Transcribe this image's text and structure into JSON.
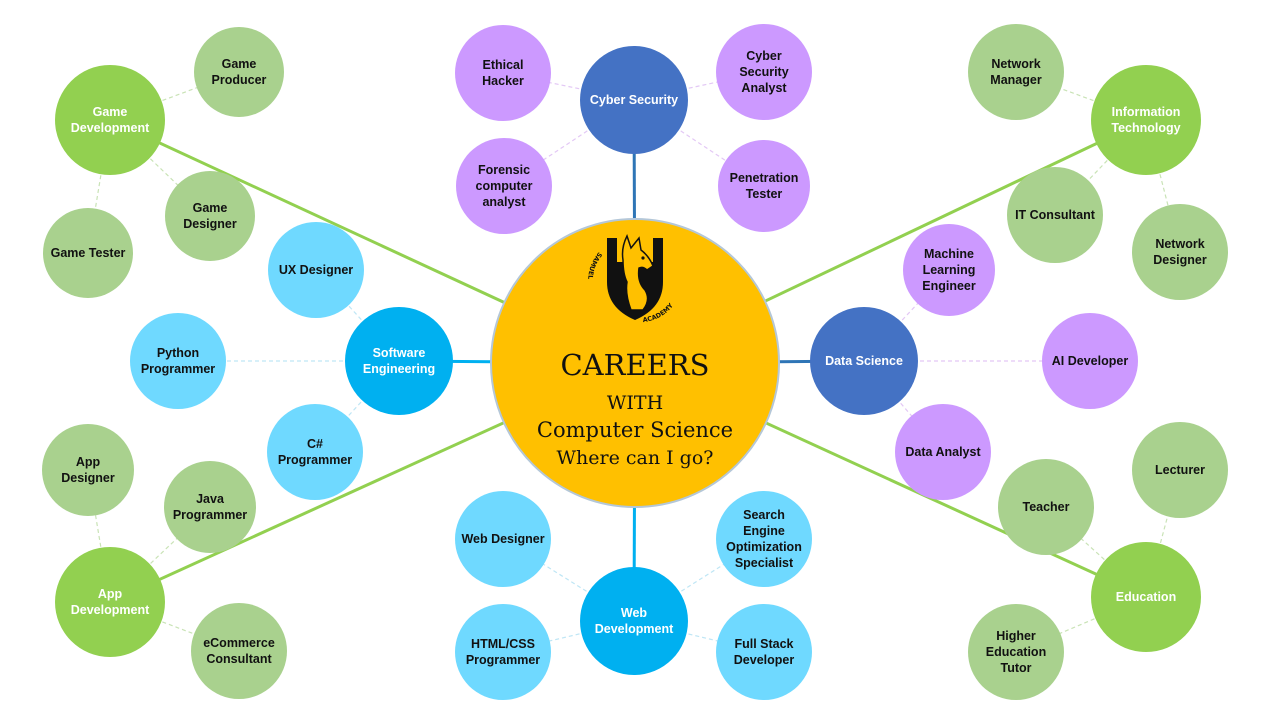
{
  "center": {
    "title": "CAREERS",
    "line2": "WITH",
    "line3": "Computer Science",
    "line4": "Where can I go?",
    "logo_text": "SAMUEL WHITBREAD ACADEMY"
  },
  "colors": {
    "center": "#ffc000",
    "green_hub": "#92d050",
    "green_leaf": "#a9d18e",
    "blue_hub": "#4472c4",
    "purple_leaf": "#cc99ff",
    "cyan_hub": "#00b0f0",
    "cyan_leaf": "#6fd9ff"
  },
  "hubs": [
    {
      "id": "game",
      "label": "Game Development",
      "color": "green_hub",
      "careers": [
        "Game Producer",
        "Game Designer",
        "Game Tester"
      ]
    },
    {
      "id": "cyber",
      "label": "Cyber Security",
      "color": "blue_hub",
      "careers": [
        "Ethical Hacker",
        "Cyber Security Analyst",
        "Forensic computer analyst",
        "Penetration Tester"
      ]
    },
    {
      "id": "it",
      "label": "Information Technology",
      "color": "green_hub",
      "careers": [
        "Network Manager",
        "IT Consultant",
        "Network Designer"
      ]
    },
    {
      "id": "software",
      "label": "Software Engineering",
      "color": "cyan_hub",
      "careers": [
        "UX Designer",
        "Python Programmer",
        "C# Programmer"
      ]
    },
    {
      "id": "datasci",
      "label": "Data Science",
      "color": "blue_hub",
      "careers": [
        "Machine Learning Engineer",
        "AI Developer",
        "Data Analyst"
      ]
    },
    {
      "id": "app",
      "label": "App Development",
      "color": "green_hub",
      "careers": [
        "App Designer",
        "Java Programmer",
        "eCommerce Consultant"
      ]
    },
    {
      "id": "web",
      "label": "Web Development",
      "color": "cyan_hub",
      "careers": [
        "Web Designer",
        "Search Engine Optimization Specialist",
        "HTML/CSS Programmer",
        "Full Stack Developer"
      ]
    },
    {
      "id": "education",
      "label": "Education",
      "color": "green_hub",
      "careers": [
        "Lecturer",
        "Teacher",
        "Higher Education Tutor"
      ]
    }
  ]
}
